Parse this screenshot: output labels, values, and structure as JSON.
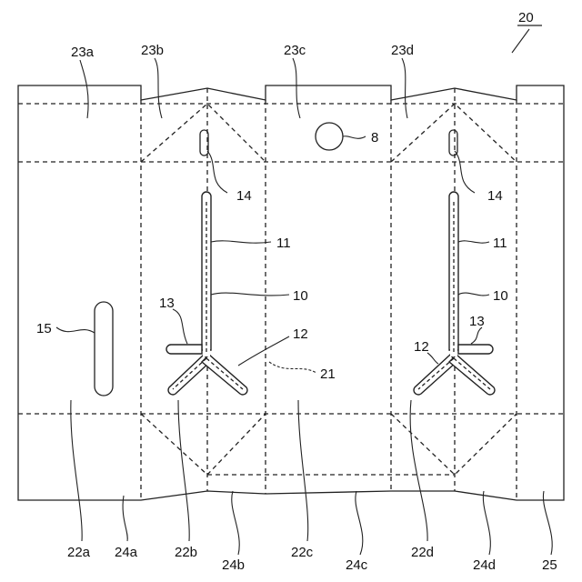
{
  "figure": {
    "ref_number": "20",
    "labels": {
      "p23a": "23a",
      "p23b": "23b",
      "p23c": "23c",
      "p23d": "23d",
      "n8": "8",
      "n14_left": "14",
      "n14_right": "14",
      "n11_left": "11",
      "n11_right": "11",
      "n10_left": "10",
      "n10_right": "10",
      "n13_left": "13",
      "n13_right": "13",
      "n12_left": "12",
      "n12_right": "12",
      "n15": "15",
      "n21": "21",
      "p22a": "22a",
      "p24a": "24a",
      "p22b": "22b",
      "p24b": "24b",
      "p22c": "22c",
      "p24c": "24c",
      "p22d": "22d",
      "p24d": "24d",
      "p25": "25"
    }
  }
}
